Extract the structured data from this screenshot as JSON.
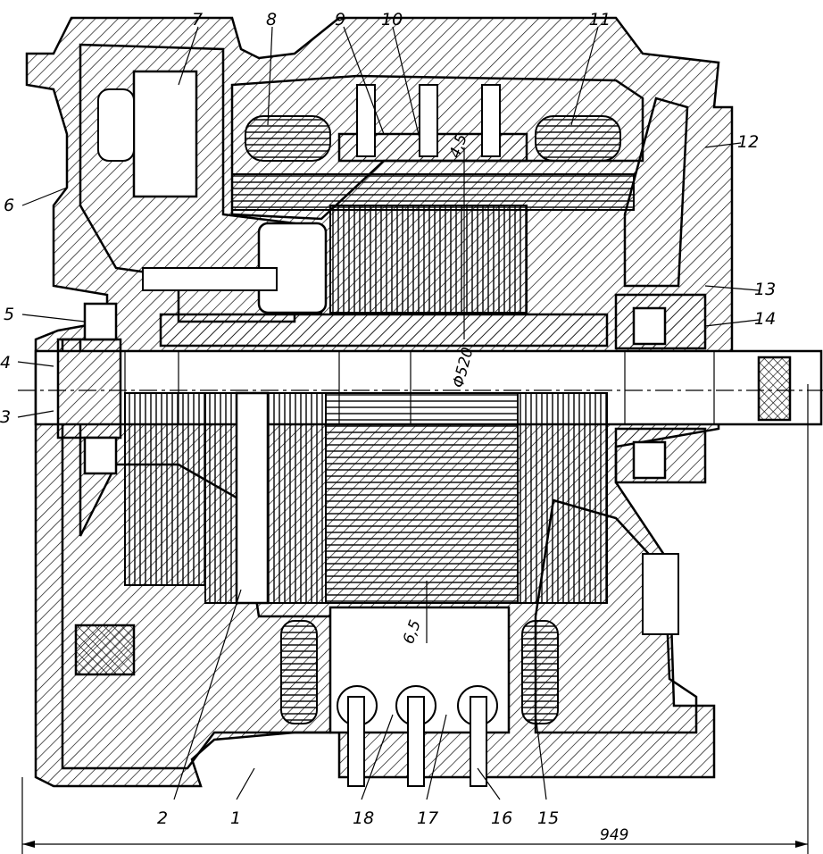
{
  "part_labels": {
    "p1": "1",
    "p2": "2",
    "p3": "3",
    "p4": "4",
    "p5": "5",
    "p6": "6",
    "p7": "7",
    "p8": "8",
    "p9": "9",
    "p10": "10",
    "p11": "11",
    "p12": "12",
    "p13": "13",
    "p14": "14",
    "p15": "15",
    "p16": "16",
    "p17": "17",
    "p18": "18"
  },
  "dimensions": {
    "air_gap_top": "4,5",
    "rotor_diameter": "Φ520",
    "air_gap_bottom": "6,5",
    "overall_length": "949"
  }
}
